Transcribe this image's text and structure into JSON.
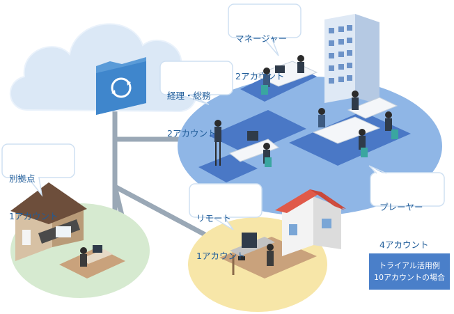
{
  "labels": {
    "manager": {
      "line1": "マネージャー",
      "line2": "2アカウント"
    },
    "accounting": {
      "line1": "経理・総務",
      "line2": "2アカウント"
    },
    "branch": {
      "line1": "別拠点",
      "line2": "1アカウント"
    },
    "remote": {
      "line1": "リモート",
      "line2": "1アカウント"
    },
    "player": {
      "line1": "プレーヤー",
      "line2": "4アカウント"
    }
  },
  "badge": {
    "line1": "トライアル活用例",
    "line2": "10アカウントの場合"
  },
  "colors": {
    "cloud": "#dbe8f6",
    "office_floor": "#8fb6e6",
    "desk_area": "#4a78c6",
    "branch_floor": "#d6ead0",
    "remote_floor": "#f7e6a8",
    "rug": "#c9a27c",
    "badge_bg": "#4a7fc9",
    "label_text": "#1f5c99",
    "connector": "#9aa8b6",
    "folder": "#3f86cc"
  },
  "icons": [
    "cloud-icon",
    "folder-sync-icon",
    "office-building-icon",
    "house-icon",
    "shop-icon"
  ]
}
